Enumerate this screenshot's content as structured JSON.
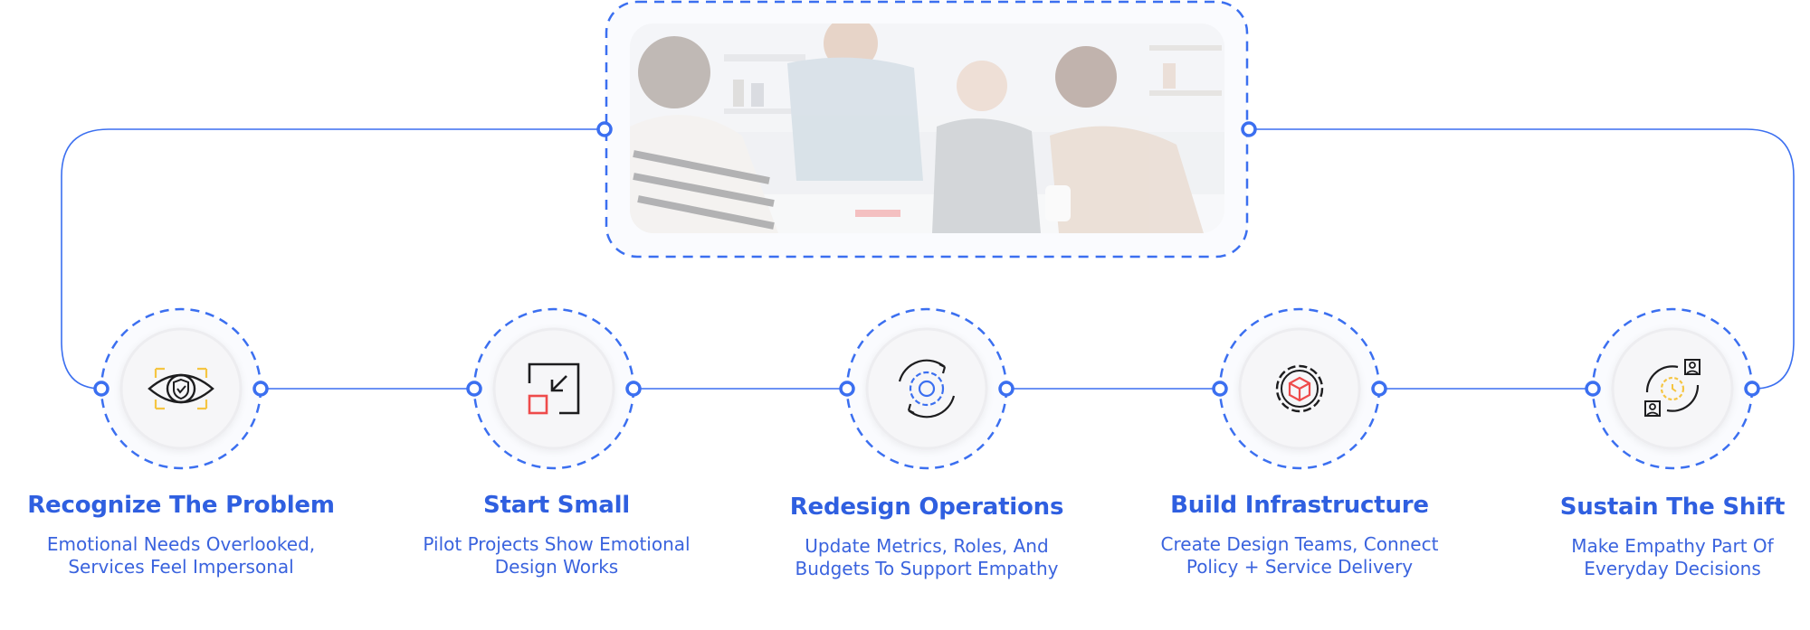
{
  "colors": {
    "accent": "#3b6ff0",
    "title": "#2f5fe0",
    "icon_dark": "#1d1d1f",
    "icon_yellow": "#f5c542",
    "icon_red": "#ee4b4b",
    "icon_blue": "#3b6ff0"
  },
  "photo": {
    "icon": "team-meeting-photo"
  },
  "steps": [
    {
      "title": "Recognize The Problem",
      "description": "Emotional Needs Overlooked,\nServices Feel Impersonal",
      "icon": "eye-shield-icon"
    },
    {
      "title": "Start Small",
      "description": "Pilot Projects Show Emotional\nDesign Works",
      "icon": "minimize-arrow-icon"
    },
    {
      "title": "Redesign Operations",
      "description": "Update Metrics, Roles, And\nBudgets To Support Empathy",
      "icon": "gear-cycle-icon"
    },
    {
      "title": "Build Infrastructure",
      "description": "Create Design Teams, Connect\nPolicy + Service Delivery",
      "icon": "gear-cube-icon"
    },
    {
      "title": "Sustain The Shift",
      "description": "Make Empathy Part Of\nEveryday Decisions",
      "icon": "people-gear-cycle-icon"
    }
  ]
}
